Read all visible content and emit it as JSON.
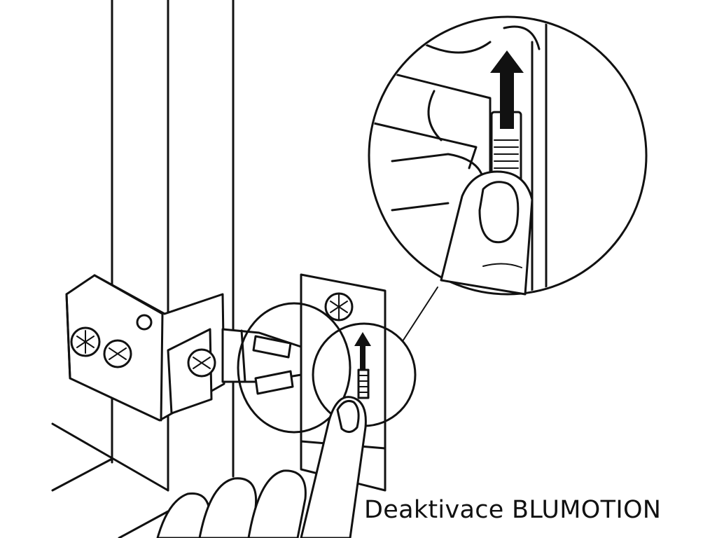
{
  "caption": "Deaktivace BLUMOTION",
  "colors": {
    "ink": "#111111",
    "paper": "#ffffff"
  },
  "icons": [
    "hinge-illustration",
    "finger-press",
    "up-arrow",
    "magnified-detail"
  ]
}
